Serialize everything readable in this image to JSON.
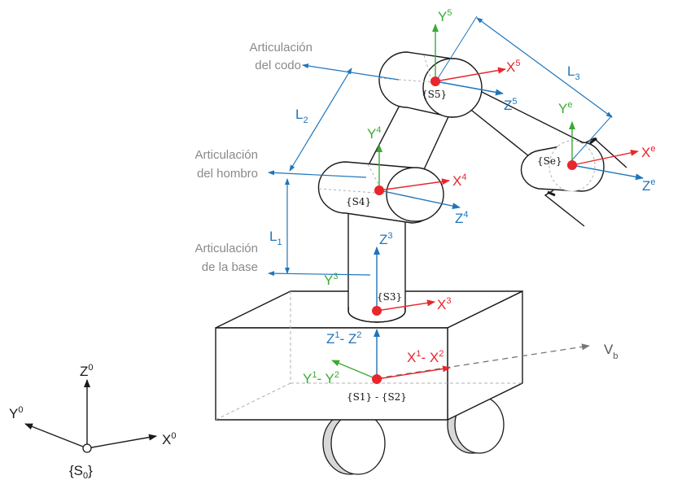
{
  "colors": {
    "x_axis": "#e8262c",
    "y_axis": "#3aaa35",
    "z_axis": "#1f75bb",
    "dimension": "#1f75bb",
    "outline": "#1a1a1a",
    "hidden_line": "#b0b0b0",
    "label_gray": "#8a8a8a",
    "joint_point": "#e8262c"
  },
  "labels": {
    "elbow_joint": [
      "Articulación",
      "del codo"
    ],
    "shoulder_joint": [
      "Articulación",
      "del hombro"
    ],
    "base_joint": [
      "Articulación",
      "de la base"
    ]
  },
  "lengths": {
    "l1": "L",
    "l1_sub": "1",
    "l2": "L",
    "l2_sub": "2",
    "l3": "L",
    "l3_sub": "3"
  },
  "velocity": {
    "label": "V",
    "sub": "b"
  },
  "frames": {
    "s0": {
      "name": "{S",
      "sub": "0",
      "close": "}",
      "x": "X",
      "xs": "0",
      "y": "Y",
      "ys": "0",
      "z": "Z",
      "zs": "0"
    },
    "s12": {
      "name": "{S1} - {S2}",
      "x": "X",
      "xs1": "1",
      "dash": "- X",
      "xs2": "2",
      "y": "Y",
      "ys1": "1",
      "ydash": "- Y",
      "ys2": "2",
      "z": "Z",
      "zs1": "1",
      "zdash": "- Z",
      "zs2": "2"
    },
    "s3": {
      "name": "{S3}",
      "x": "X",
      "xs": "3",
      "y": "Y",
      "ys": "3",
      "z": "Z",
      "zs": "3"
    },
    "s4": {
      "name": "{S4}",
      "x": "X",
      "xs": "4",
      "y": "Y",
      "ys": "4",
      "z": "Z",
      "zs": "4"
    },
    "s5": {
      "name": "{S5}",
      "x": "X",
      "xs": "5",
      "y": "Y",
      "ys": "5",
      "z": "Z",
      "zs": "5"
    },
    "se": {
      "name": "{Se}",
      "x": "X",
      "xs": "e",
      "y": "Y",
      "ys": "e",
      "z": "Z",
      "zs": "e"
    }
  }
}
